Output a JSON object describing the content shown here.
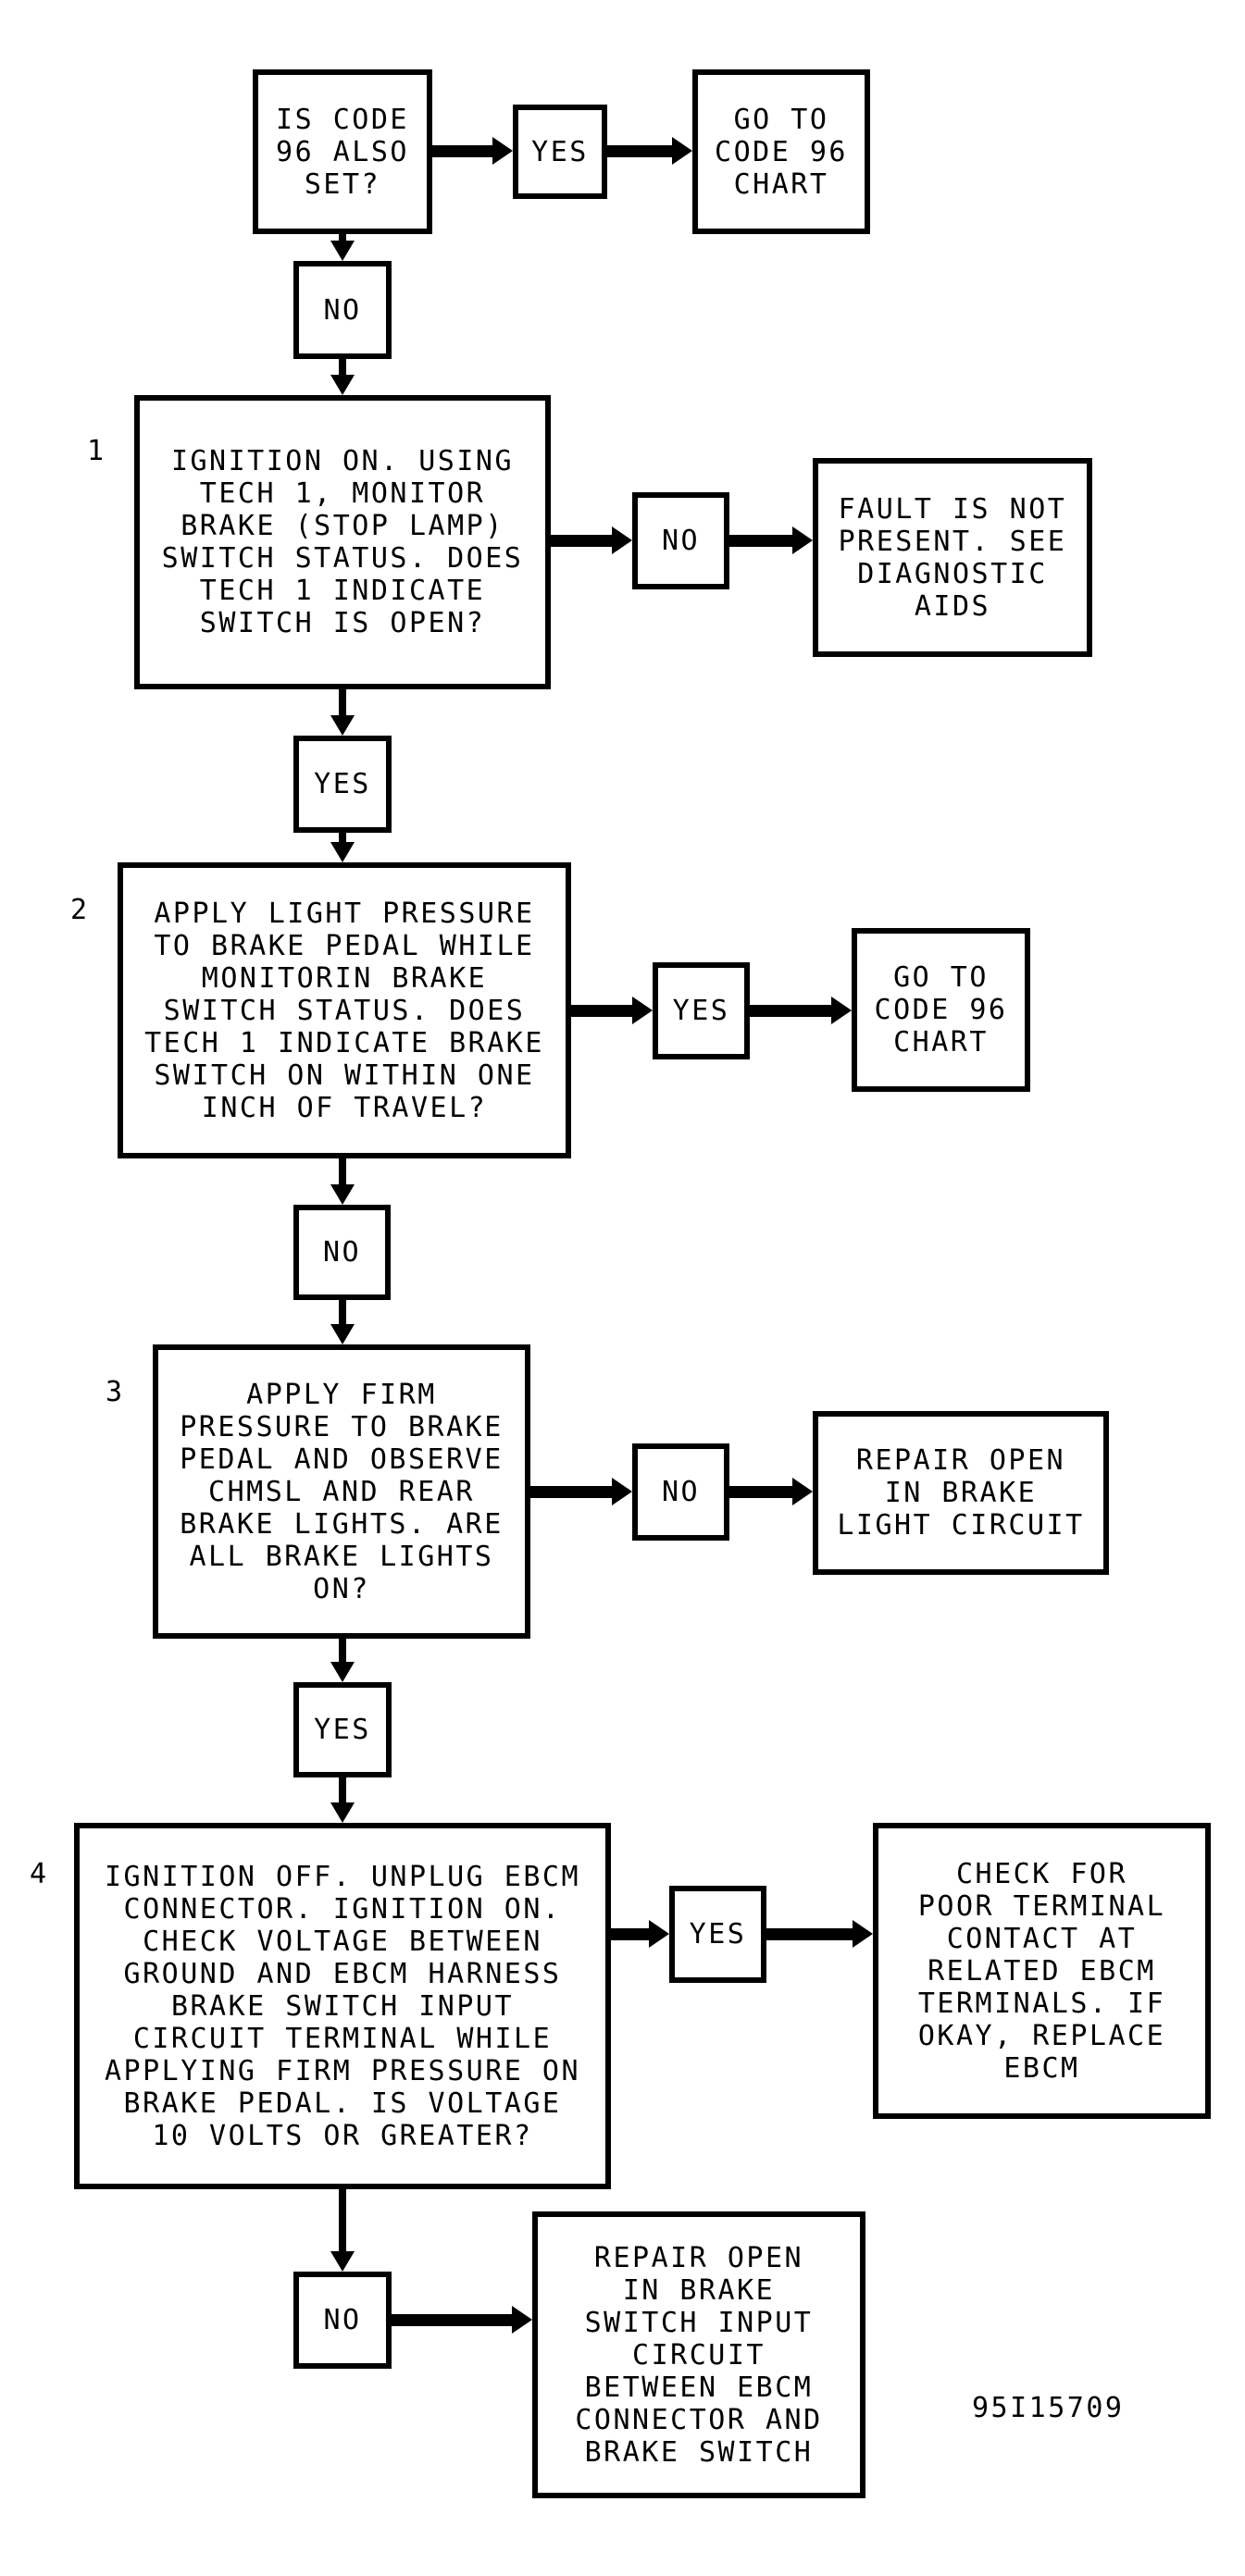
{
  "figure": {
    "code": "95I15709"
  },
  "nodes": [
    {
      "id": "q0",
      "label": "IS CODE\n96 ALSO\nSET?"
    },
    {
      "id": "yes0",
      "label": "YES"
    },
    {
      "id": "goto0",
      "label": "GO TO\nCODE 96\nCHART"
    },
    {
      "id": "no0",
      "label": "NO"
    },
    {
      "id": "q1",
      "num": "1",
      "label": "IGNITION ON. USING\nTECH 1, MONITOR\nBRAKE (STOP LAMP)\nSWITCH STATUS. DOES\nTECH 1 INDICATE\nSWITCH IS OPEN?"
    },
    {
      "id": "no1",
      "label": "NO"
    },
    {
      "id": "fault1",
      "label": "FAULT IS NOT\nPRESENT. SEE\nDIAGNOSTIC\nAIDS"
    },
    {
      "id": "yes1",
      "label": "YES"
    },
    {
      "id": "q2",
      "num": "2",
      "label": "APPLY LIGHT PRESSURE\nTO BRAKE PEDAL WHILE\nMONITORIN BRAKE\nSWITCH STATUS. DOES\nTECH 1 INDICATE BRAKE\nSWITCH ON WITHIN ONE\nINCH OF TRAVEL?"
    },
    {
      "id": "yes2",
      "label": "YES"
    },
    {
      "id": "goto2",
      "label": "GO TO\nCODE 96\nCHART"
    },
    {
      "id": "no2",
      "label": "NO"
    },
    {
      "id": "q3",
      "num": "3",
      "label": "APPLY FIRM\nPRESSURE TO BRAKE\nPEDAL AND OBSERVE\nCHMSL AND REAR\nBRAKE LIGHTS. ARE\nALL BRAKE LIGHTS\nON?"
    },
    {
      "id": "no3",
      "label": "NO"
    },
    {
      "id": "repair3",
      "label": "REPAIR OPEN\nIN BRAKE\nLIGHT CIRCUIT"
    },
    {
      "id": "yes3",
      "label": "YES"
    },
    {
      "id": "q4",
      "num": "4",
      "label": "IGNITION OFF. UNPLUG EBCM\nCONNECTOR. IGNITION ON.\nCHECK VOLTAGE BETWEEN\nGROUND AND EBCM HARNESS\nBRAKE SWITCH INPUT\nCIRCUIT TERMINAL WHILE\nAPPLYING FIRM PRESSURE ON\nBRAKE PEDAL. IS VOLTAGE\n10 VOLTS OR GREATER?"
    },
    {
      "id": "yes4",
      "label": "YES"
    },
    {
      "id": "check4",
      "label": "CHECK FOR\nPOOR TERMINAL\nCONTACT AT\nRELATED EBCM\nTERMINALS. IF\nOKAY, REPLACE\nEBCM"
    },
    {
      "id": "no5",
      "label": "NO"
    },
    {
      "id": "repair5",
      "label": "REPAIR OPEN\nIN BRAKE\nSWITCH INPUT\nCIRCUIT\nBETWEEN EBCM\nCONNECTOR AND\nBRAKE SWITCH"
    }
  ],
  "colors": {
    "ink": "#000000",
    "paper": "#ffffff"
  }
}
